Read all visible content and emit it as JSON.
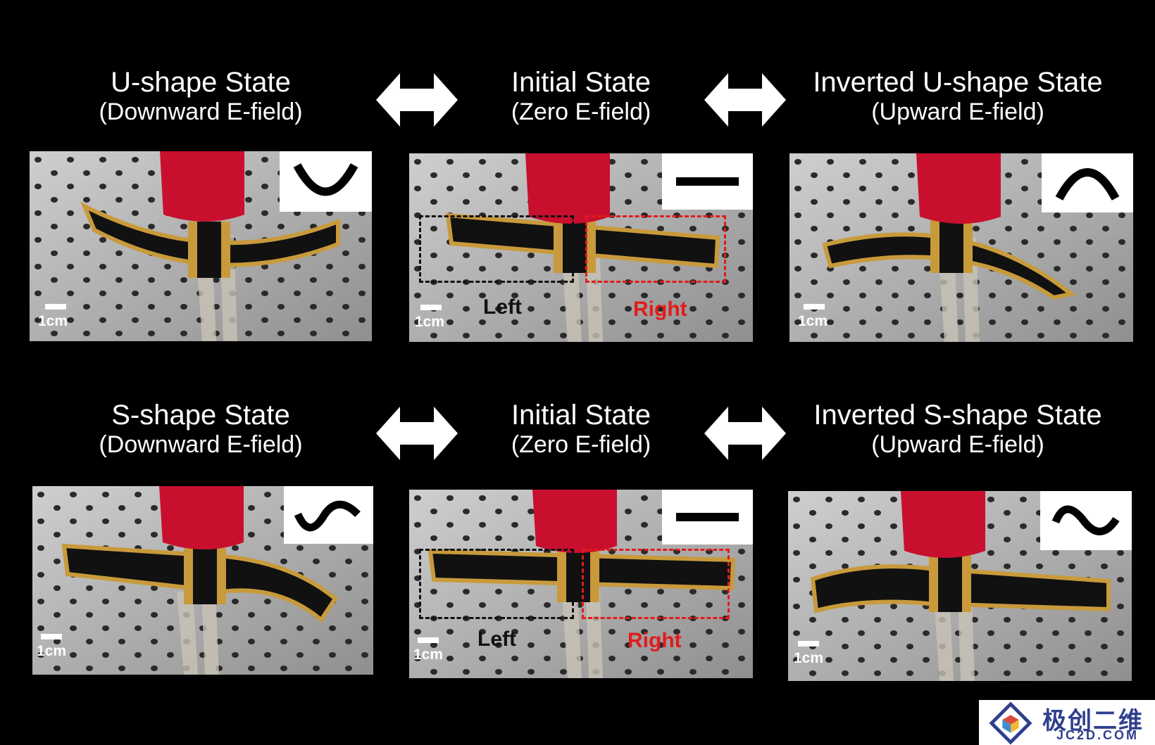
{
  "rows": [
    {
      "left_title": {
        "line1": "U-shape State",
        "line2": "(Downward E-field)"
      },
      "center_title": {
        "line1": "Initial State",
        "line2": "(Zero E-field)"
      },
      "right_title": {
        "line1": "Inverted U-shape State",
        "line2": "(Upward E-field)"
      },
      "panels": [
        {
          "scale": "1cm",
          "inset_icon": "u-shape-curve-icon"
        },
        {
          "scale": "1cm",
          "inset_icon": "flat-line-icon",
          "left_label": "Left",
          "right_label": "Right"
        },
        {
          "scale": "1cm",
          "inset_icon": "inverted-u-curve-icon"
        }
      ]
    },
    {
      "left_title": {
        "line1": "S-shape State",
        "line2": "(Downward E-field)"
      },
      "center_title": {
        "line1": "Initial State",
        "line2": "(Zero E-field)"
      },
      "right_title": {
        "line1": "Inverted S-shape State",
        "line2": "(Upward E-field)"
      },
      "panels": [
        {
          "scale": "1cm",
          "inset_icon": "s-curve-icon"
        },
        {
          "scale": "1cm",
          "inset_icon": "flat-line-icon",
          "left_label": "Left",
          "right_label": "Right"
        },
        {
          "scale": "1cm",
          "inset_icon": "inverted-s-curve-icon"
        }
      ]
    }
  ],
  "arrow_icon": "double-headed-arrow-icon",
  "colors": {
    "background": "#000000",
    "right_box": "#e31b1b",
    "left_box": "#111111",
    "gripper": "#c8102e",
    "actuator": "#111111",
    "actuator_edge": "#c89a3c"
  },
  "watermark": {
    "cn": "极创二维",
    "en": "JC2D.COM"
  }
}
